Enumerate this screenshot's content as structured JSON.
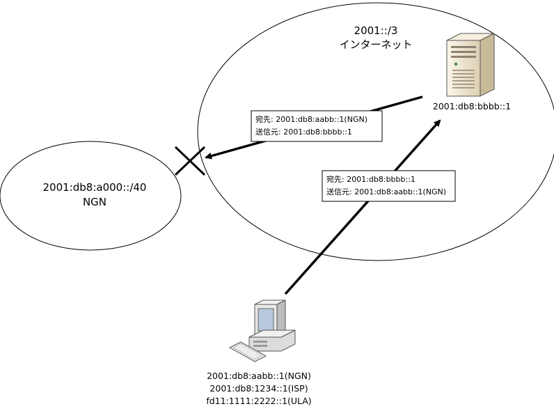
{
  "internet": {
    "prefix": "2001::/3",
    "name": "インターネット"
  },
  "ngn": {
    "prefix": "2001:db8:a000::/40",
    "name": "NGN"
  },
  "server": {
    "address": "2001:db8:bbbb::1"
  },
  "client": {
    "addresses": [
      "2001:db8:aabb::1(NGN)",
      "2001:db8:1234::1(ISP)",
      "fd11:1111:2222::1(ULA)"
    ]
  },
  "reply_packet": {
    "dst": "宛先: 2001:db8:aabb::1(NGN)",
    "src": "送信元: 2001:db8:bbbb::1"
  },
  "request_packet": {
    "dst": "宛先: 2001:db8:bbbb::1",
    "src": "送信元: 2001:db8:aabb::1(NGN)"
  },
  "colors": {
    "line": "#000000",
    "server_body": "#efe6d2",
    "monitor_screen": "#b8c8dc"
  },
  "icons": [
    "server-icon",
    "computer-icon",
    "block-x-icon"
  ]
}
